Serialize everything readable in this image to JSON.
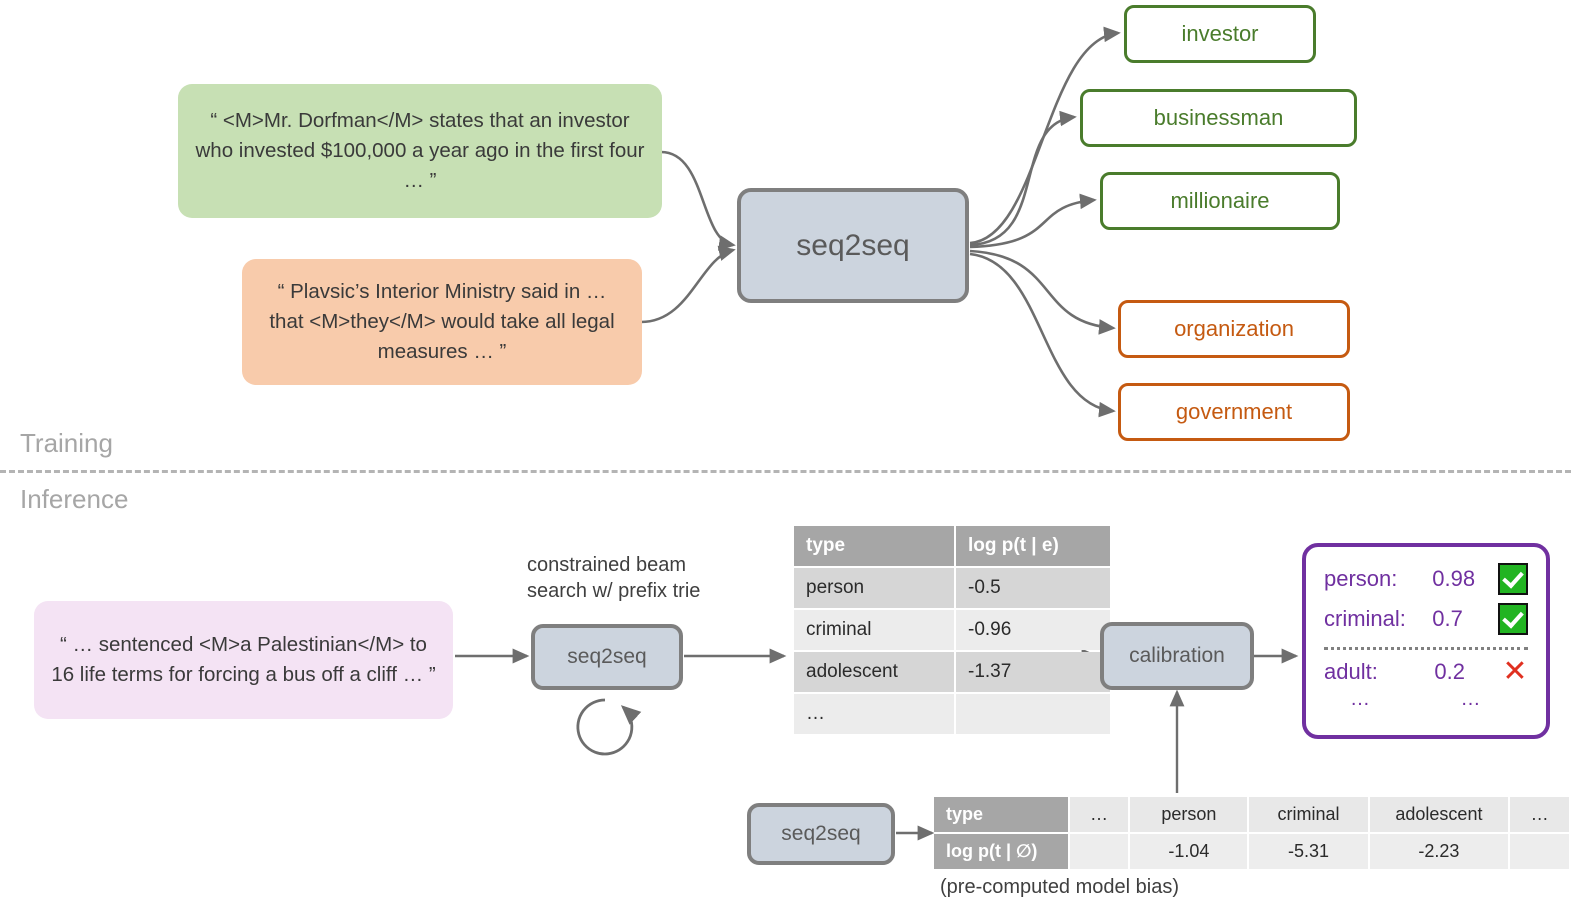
{
  "sections": {
    "training_label": "Training",
    "inference_label": "Inference"
  },
  "training": {
    "inputs": [
      {
        "id": "green",
        "text": "“ <M>Mr. Dorfman</M> states that an investor who invested $100,000 a year ago in the first four … ”",
        "color": "#c7e0b4"
      },
      {
        "id": "orange",
        "text": "“ Plavsic’s Interior Ministry said in … that <M>they</M> would take all legal measures … ”",
        "color": "#f8cbab"
      }
    ],
    "model_label": "seq2seq",
    "outputs": [
      {
        "label": "investor",
        "color": "#4a7c2c"
      },
      {
        "label": "businessman",
        "color": "#4a7c2c"
      },
      {
        "label": "millionaire",
        "color": "#4a7c2c"
      },
      {
        "label": "organization",
        "color": "#c55a11"
      },
      {
        "label": "government",
        "color": "#c55a11"
      }
    ]
  },
  "inference": {
    "input_text": "“ … sentenced <M>a Palestinian</M> to 16 life terms for forcing a bus off a cliff … ”",
    "beam_caption": "constrained beam\nsearch w/ prefix trie",
    "model_label": "seq2seq",
    "loop_icon": "refresh-loop-icon",
    "scores_table": {
      "headers": [
        "type",
        "log p(t | e)"
      ],
      "rows": [
        [
          "person",
          "-0.5"
        ],
        [
          "criminal",
          "-0.96"
        ],
        [
          "adolescent",
          "-1.37"
        ],
        [
          "…",
          ""
        ]
      ]
    },
    "calibration_label": "calibration",
    "result_card": {
      "rows": [
        {
          "label": "person:",
          "value": "0.98",
          "mark": "check-icon"
        },
        {
          "label": "criminal:",
          "value": "0.7",
          "mark": "check-icon"
        }
      ],
      "below_rows": [
        {
          "label": "adult:",
          "value": "0.2",
          "mark": "cross-icon"
        },
        {
          "label": "…",
          "value": "…",
          "mark": ""
        }
      ]
    },
    "bias": {
      "model_label": "seq2seq",
      "row_headers": [
        "type",
        "log p(t | ∅)"
      ],
      "columns": [
        "…",
        "person",
        "criminal",
        "adolescent",
        "…"
      ],
      "values": [
        "",
        "-1.04",
        "-5.31",
        "-2.23",
        ""
      ],
      "caption": "(pre-computed model bias)"
    }
  },
  "colors": {
    "green": "#4a7c2c",
    "orange": "#c55a11",
    "purple": "#7030a0",
    "proc_fill": "#ccd4de",
    "proc_border": "#7f7f7f",
    "arrow": "#6e6e6e",
    "table_header": "#a6a6a6"
  }
}
